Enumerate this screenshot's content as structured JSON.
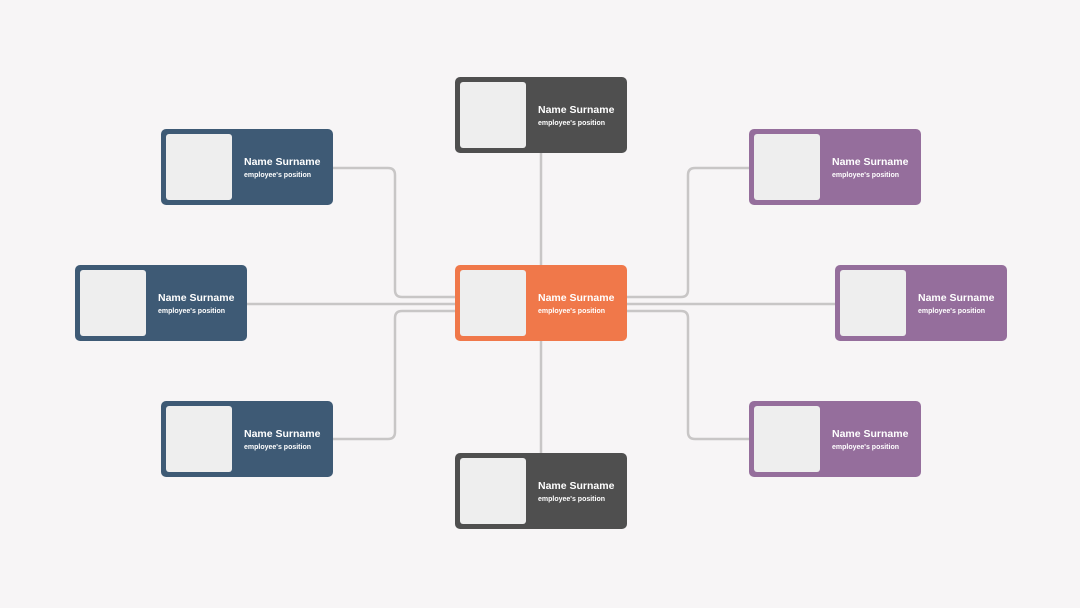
{
  "colors": {
    "background": "#f7f5f6",
    "connector": "#c8c6c6",
    "center": "#f0784a",
    "vertical": "#4f4f4f",
    "left": "#3e5a75",
    "right": "#956e9c",
    "photo": "#eeeeee"
  },
  "nodes": [
    {
      "group": "vertical",
      "name": "Name Surname",
      "position": "employee's position"
    },
    {
      "group": "left",
      "name": "Name Surname",
      "position": "employee's position"
    },
    {
      "group": "right",
      "name": "Name Surname",
      "position": "employee's position"
    },
    {
      "group": "left",
      "name": "Name Surname",
      "position": "employee's position"
    },
    {
      "group": "center",
      "name": "Name Surname",
      "position": "employee's position"
    },
    {
      "group": "right",
      "name": "Name Surname",
      "position": "employee's position"
    },
    {
      "group": "left",
      "name": "Name Surname",
      "position": "employee's position"
    },
    {
      "group": "right",
      "name": "Name Surname",
      "position": "employee's position"
    },
    {
      "group": "vertical",
      "name": "Name Surname",
      "position": "employee's position"
    }
  ]
}
